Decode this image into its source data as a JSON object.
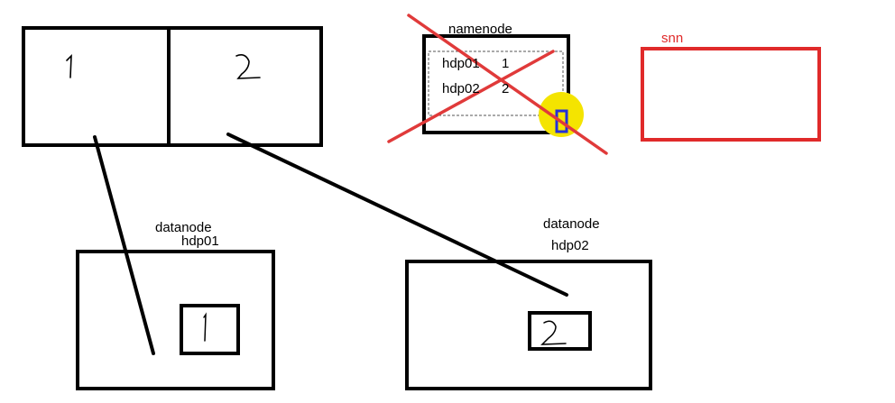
{
  "namenode": {
    "label": "namenode",
    "entries": [
      {
        "host": "hdp01",
        "block": "1"
      },
      {
        "host": "hdp02",
        "block": "2"
      }
    ],
    "crossed_out": true
  },
  "snn": {
    "label": "snn",
    "color": "#e02a2a"
  },
  "file": {
    "blocks": [
      "1",
      "2"
    ]
  },
  "datanodes": [
    {
      "label": "datanode",
      "host": "hdp01",
      "block": "1"
    },
    {
      "label": "datanode",
      "host": "hdp02",
      "block": "2"
    }
  ],
  "colors": {
    "stroke": "#000000",
    "cross": "#e03a3a",
    "highlight": "#f4e400",
    "cursor": "#2430d8"
  }
}
